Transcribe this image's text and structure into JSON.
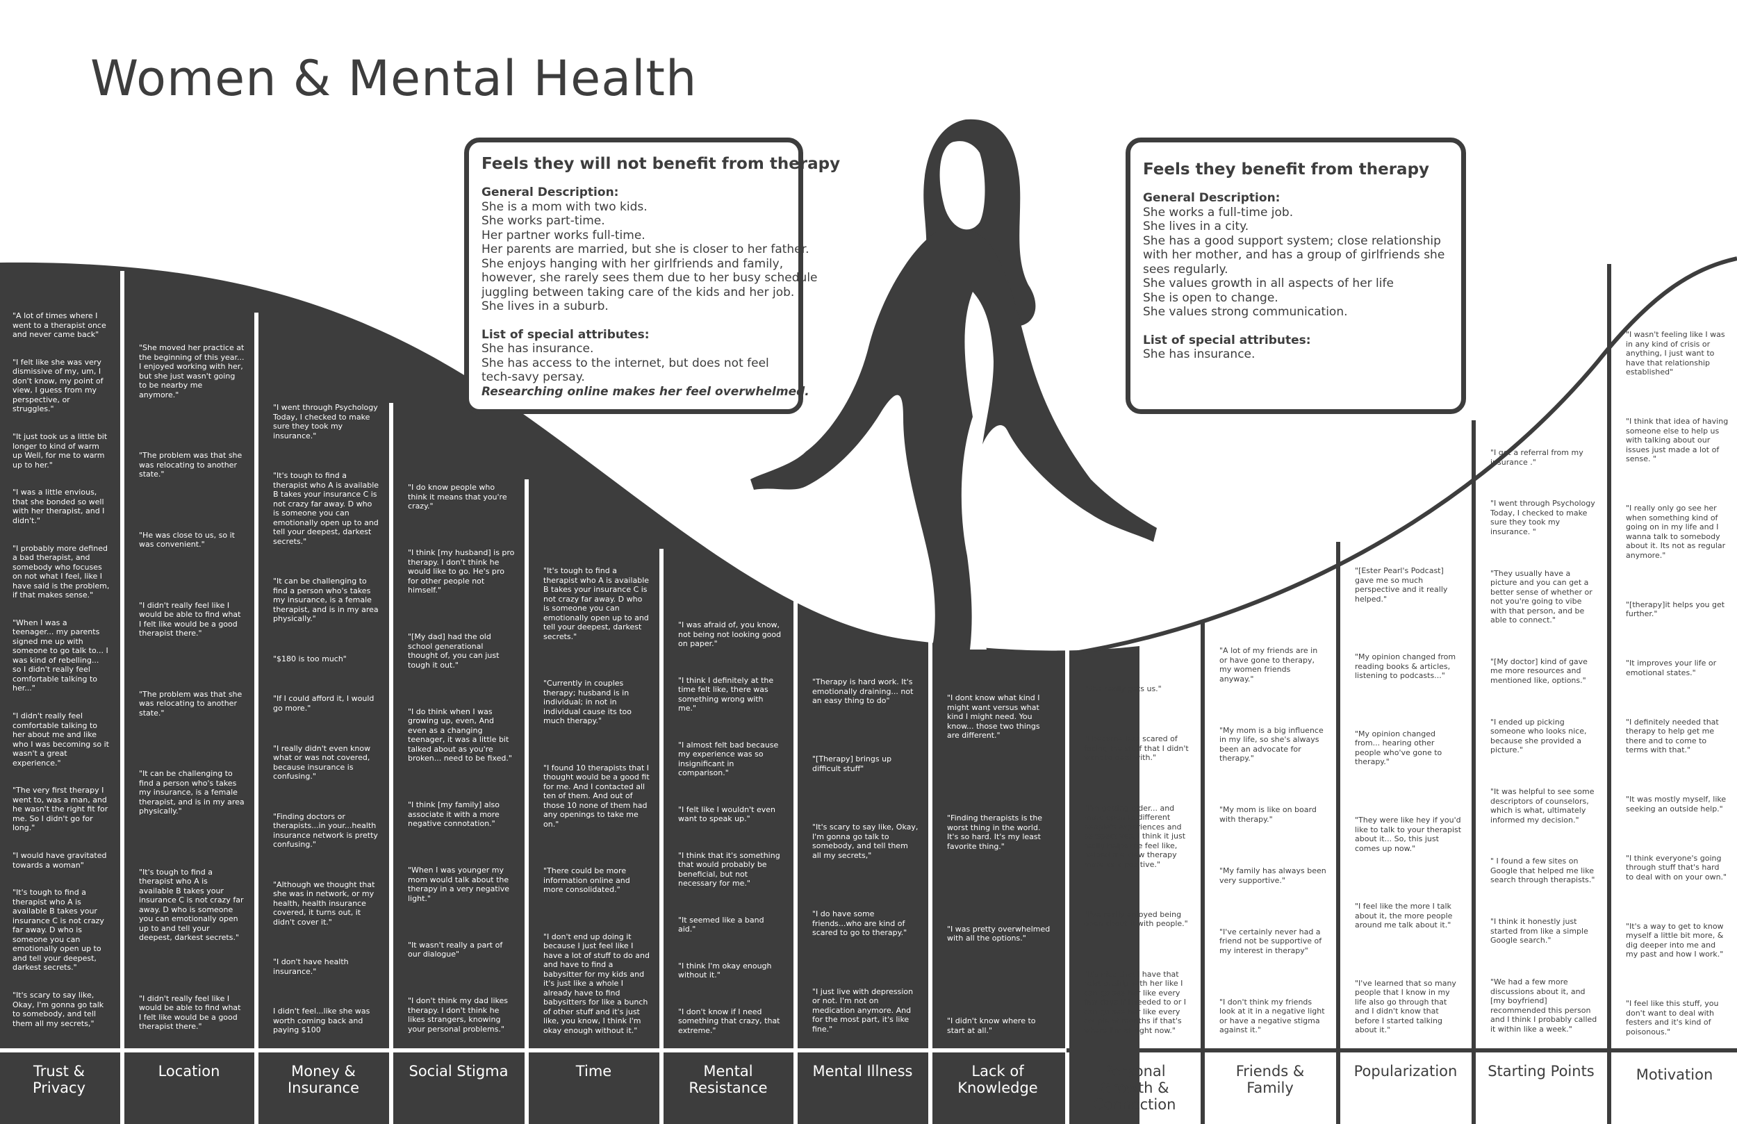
{
  "title": "Women & Mental Health",
  "colors": {
    "dark": "#3d3d3d",
    "light": "#ffffff"
  },
  "persona_left": {
    "heading": "Feels they will not benefit from therapy",
    "desc_label": "General Description:",
    "desc_lines": [
      "She is a mom with two kids.",
      "She works part-time.",
      "Her partner works full-time.",
      "Her parents are married, but she is closer to her father.",
      "She enjoys hanging with her girlfriends and family,",
      "however, she rarely sees them due to her busy schedule",
      "juggling between taking care of the kids and her job.",
      "She lives in a suburb."
    ],
    "attr_label": "List of special attributes:",
    "attr_lines": [
      "She has insurance.",
      "She has access to the internet, but does not feel",
      "tech-savy persay."
    ],
    "attr_emphasis": "Researching online makes her feel overwhelmed."
  },
  "persona_right": {
    "heading": "Feels they benefit from therapy",
    "desc_label": "General Description:",
    "desc_lines": [
      "She works a full-time job.",
      "She lives in a city.",
      "She has a good support system; close relationship",
      "with her mother, and has a group of girlfriends she",
      "sees regularly.",
      "She values growth in all aspects of her life",
      "She is open to change.",
      "She values strong communication."
    ],
    "attr_label": "List of special attributes:",
    "attr_lines": [
      "She has insurance."
    ]
  },
  "figure_icon": "woman-silhouette-icon",
  "columns": [
    {
      "label": "Trust & Privacy",
      "quotes": [
        "\"A lot of times where I went to a therapist once and never came back\"",
        "\"I felt like she was very dismissive of my, um, I don't know, my point of view, I guess from my perspective, or struggles.\"",
        "\"It just took us a little bit longer to kind of warm up Well, for me to warm up to her.\"",
        "\"I was a little envious, that she bonded so well with her therapist, and I didn't.\"",
        "\"I probably more defined a bad therapist, and somebody who focuses on not what I feel, like I have said is the problem, if that makes sense.\"",
        "\"When I was a teenager... my parents signed me up with someone to go talk to... I was kind of rebelling... so I didn't really feel comfortable talking to her...\"",
        "\"I didn't really feel comfortable talking to her about me and like who I was becoming so it wasn't a great experience.\"",
        "\"The very first therapy I went to, was a man, and he wasn't the right fit for me. So I didn't go for long.\"",
        "\"I would have gravitated towards a woman\"",
        "\"It's tough to find a therapist who A is available B takes your insurance C is not crazy far away. D who is someone you can emotionally open up to and tell your deepest, darkest secrets.\"",
        "\"It's scary to say like, Okay, I'm gonna go talk to somebody, and tell them all my secrets,\""
      ]
    },
    {
      "label": "Location",
      "quotes": [
        "\"She moved her practice at the beginning of this year... I enjoyed working with her, but she just wasn't going to be nearby me anymore.\"",
        "\"The problem was that she was relocating to another state.\"",
        "\"He was close to us, so it was convenient.\"",
        "\"I didn't really feel like I would be able to find what I felt like would be a good therapist there.\"",
        "\"The problem was that she was relocating to another state.\"",
        "\"It can be challenging to find a person who's takes my insurance, is a female therapist, and is in my area physically.\"",
        "\"It's tough to find a therapist who A is available B takes your insurance C is not crazy far away. D who is someone you can emotionally open up to and tell your deepest, darkest secrets.\"",
        "\"I didn't really feel like I would be able to find what I felt like would be a good therapist there.\""
      ]
    },
    {
      "label": "Money & Insurance",
      "quotes": [
        "\"I went through Psychology Today, I checked to make sure they took my insurance.\"",
        "\"It's tough to find a therapist who A is available B takes your insurance C is not crazy far away. D who is someone you can emotionally open up to and tell your deepest, darkest secrets.\"",
        "\"It can be challenging to find a person who's takes my insurance, is a female therapist, and is in my area physically.\"",
        "\"$180 is too much\"",
        "\"If I could afford it, I would go more.\"",
        "\"I really didn't even know what or was not covered, because insurance is confusing.\"",
        "\"Finding doctors or therapists...in your...health insurance network is pretty confusing.\"",
        "\"Although we thought that she was in network, or my health, health insurance covered, it turns out, it didn't cover it.\"",
        "\"I don't have health insurance.\"",
        "I didn't feel...like she was worth coming back and paying $100"
      ]
    },
    {
      "label": "Social Stigma",
      "quotes": [
        "\"I do know people who think it means that you're crazy.\"",
        "\"I think [my husband] is pro therapy. I don't think he would like to go. He's pro for other people not himself.\"",
        "\"[My dad] had the old school generational thought of, you can just tough it out.\"",
        "\"I do think when I was growing up, even, And even as a changing teenager, it was a little bit talked about as  you're broken... need to be fixed.\"",
        "\"I think [my family] also associate it with a more negative connotation.\"",
        "\"When I was younger my mom would talk about the therapy in a very negative light.\"",
        "\"It wasn't really a part of our dialogue\"",
        "\"I don't think my dad likes therapy. I don't think he likes strangers, knowing your personal problems.\""
      ]
    },
    {
      "label": "Time",
      "quotes": [
        "\"It's tough to find a therapist who A is available B takes your insurance C is not crazy far away. D who is someone you can emotionally open up to and tell your deepest, darkest secrets.\"",
        "\"Currently in couples therapy; husband is in individual; in not in individual cause its too much therapy.\"",
        "\"I found 10 therapists that I thought would be a good fit for me. And I contacted all ten of them. And out of those 10 none of them had any openings to take me on.\"",
        "\"There could be more information online and more consolidated.\"",
        "\"I don't end up doing it because I just feel like I have a lot of stuff to do and and have to find a babysitter for my kids and it's just like a whole I already have to find babysitters for like a bunch of other stuff and it's just like, you know, I think I'm okay enough without it.\""
      ]
    },
    {
      "label": "Mental Resistance",
      "quotes": [
        "\"I was afraid of, you know, not being not looking good on paper.\"",
        "\"I think I definitely at the time felt like, there was something wrong with me.\"",
        "\"I almost felt bad because my experience was so insignificant in comparison.\"",
        "\"I felt like I wouldn't even want to speak up.\"",
        "\"I think that it's something that would probably be beneficial, but not necessary for me.\"",
        "\"It seemed like a band aid.\"",
        "\"I think I'm okay enough without it.\"",
        "\"I don't know if I need something that crazy, that extreme.\""
      ]
    },
    {
      "label": "Mental Illness",
      "quotes": [
        "\"Therapy is hard work. It's emotionally draining... not an easy thing to do\"",
        "\"[Therapy] brings up difficult stuff\"",
        "\"It's scary to say like, Okay, I'm gonna go talk to somebody, and tell them all my secrets,\"",
        "\"I do have some friends...who are kind of scared to go to therapy.\"",
        "\"I just live with depression or not. I'm not on medication anymore. And for the most part, it's like fine.\""
      ]
    },
    {
      "label": "Lack of Knowledge",
      "quotes": [
        "\"I dont know what kind I might want versus what kind I might need. You know... those two things are different.\"",
        "\"Finding therapists is the worst thing in the world. It's so hard. It's my least favorite thing.\"",
        "\"I was pretty overwhelmed with all the options.\"",
        "\"I didn't know where to start at all.\""
      ]
    },
    {
      "label": "Personal Growth & Connection",
      "quotes": [
        "\"She really gets us.\"",
        "\"I became less scared of facing the stuff that I didn't want to deal with.\"",
        "\"I'm getting older... and more open to different people's experiences and perspectives. I think it just really helps me feel like, helped me view therapy more as a positive.\"",
        "\"I've really enjoyed being open about it with people.\"",
        "\"It's nice that I have that relationship with her like I can go see her like every few days if I needed to or I can go see her like every couple of months if that's where I'm at right now.\""
      ]
    },
    {
      "label": "Friends & Family",
      "quotes": [
        "\"A lot of my friends are in or have gone to therapy, my women friends anyway.\"",
        "\"My mom is a big influence in my life, so she's always been an advocate for therapy.\"",
        "\"My mom is like on board with therapy.\"",
        "\"My family has always been very supportive.\"",
        "\"I've certainly never had a friend not be supportive of my interest in therapy\"",
        "\"I don't think my friends look at it in a negative light or have a negative stigma against it.\""
      ]
    },
    {
      "label": "Popularization",
      "quotes": [
        "\"[Ester Pearl's Podcast] gave me so much perspective and it really helped.\"",
        "\"My opinion changed from reading books & articles, listening to podcasts...\"",
        "\"My opinion changed from... hearing other people who've gone to therapy.\"",
        "\"They were like hey if you'd like to talk to your therapist about it... So, this just comes up now.\"",
        "\"I feel like the more I talk about it, the more people around me talk about it.\"",
        "\"I've learned that so many people that I know in my life also go through that and I didn't know that before I started talking about it.\""
      ]
    },
    {
      "label": "Starting Points",
      "quotes": [
        "\"I got a referral from my insurance .\"",
        "\"I went through Psychology Today, I checked to make sure they took my insurance. \"",
        "\"They usually have a picture and you can get a better sense of whether or not you're going to vibe with that person, and be able to connect.\"",
        "\"[My doctor] kind of gave me more resources and mentioned like, options.\"",
        "\"I ended up picking someone who looks nice, because she provided a picture.\"",
        "\"It was helpful to see some descriptors of counselors, which is what, ultimately informed my decision.\"",
        "\" I found a few sites on Google that helped me like search through therapists.\"",
        "\"I think it honestly just started from like a simple Google search.\"",
        "\"We had a few more discussions about it, and [my boyfriend] recommended this person and I think I probably called it within like a week.\""
      ]
    },
    {
      "label": "Motivation",
      "quotes": [
        "\"I wasn't feeling like I was in any kind of crisis or anything, I just want to have that relationship established\"",
        "\"I think that idea of having someone else to help us with talking about our issues just made a lot of sense. \"",
        "\"I really only go see her when something kind of going on in my life and I wanna talk to somebody about it. Its not as regular anymore.\"",
        "\"[therapy]it helps you get further.\"",
        "\"It improves your life or emotional states.\"",
        "\"I definitely needed that therapy to help get me there and to come to terms with that.\"",
        "\"It was mostly myself, like seeking an outside help.\"",
        "\"I think everyone's going through stuff that's hard to deal with on your own.\"",
        "\"It's a way to get to know myself a little bit more, & dig deeper into me and my past and how I work.\"",
        "\"I feel like this stuff, you don't want to deal with festers and it's kind of poisonous.\""
      ]
    }
  ]
}
